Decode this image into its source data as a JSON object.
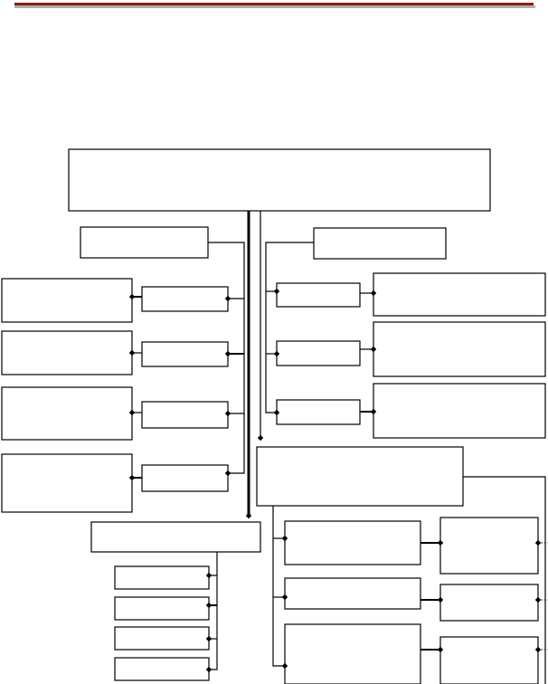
{
  "header": {
    "rule_color": "#8b1a1a",
    "shadow_color": "#b0b0b0"
  },
  "diagram": {
    "line_color": "#000000",
    "box_fill": "#ffffff",
    "connector_marker": "diamond",
    "nodes": [
      {
        "id": "root",
        "text": ""
      },
      {
        "id": "left-branch-header",
        "text": ""
      },
      {
        "id": "right-branch-header",
        "text": ""
      },
      {
        "id": "left-item-1",
        "text": ""
      },
      {
        "id": "left-item-2",
        "text": ""
      },
      {
        "id": "left-item-3",
        "text": ""
      },
      {
        "id": "left-item-4",
        "text": ""
      },
      {
        "id": "left-detail-1",
        "text": ""
      },
      {
        "id": "left-detail-2",
        "text": ""
      },
      {
        "id": "left-detail-3",
        "text": ""
      },
      {
        "id": "left-detail-4",
        "text": ""
      },
      {
        "id": "right-item-1",
        "text": ""
      },
      {
        "id": "right-item-2",
        "text": ""
      },
      {
        "id": "right-item-3",
        "text": ""
      },
      {
        "id": "right-detail-1",
        "text": ""
      },
      {
        "id": "right-detail-2",
        "text": ""
      },
      {
        "id": "right-detail-3",
        "text": ""
      },
      {
        "id": "center-header",
        "text": ""
      },
      {
        "id": "center-item-1",
        "text": ""
      },
      {
        "id": "center-item-2",
        "text": ""
      },
      {
        "id": "center-item-3",
        "text": ""
      },
      {
        "id": "center-detail-1",
        "text": ""
      },
      {
        "id": "center-detail-2",
        "text": ""
      },
      {
        "id": "center-detail-3",
        "text": ""
      },
      {
        "id": "bottom-header",
        "text": ""
      },
      {
        "id": "bottom-item-1",
        "text": ""
      },
      {
        "id": "bottom-item-2",
        "text": ""
      },
      {
        "id": "bottom-item-3",
        "text": ""
      },
      {
        "id": "bottom-item-4",
        "text": ""
      }
    ]
  }
}
